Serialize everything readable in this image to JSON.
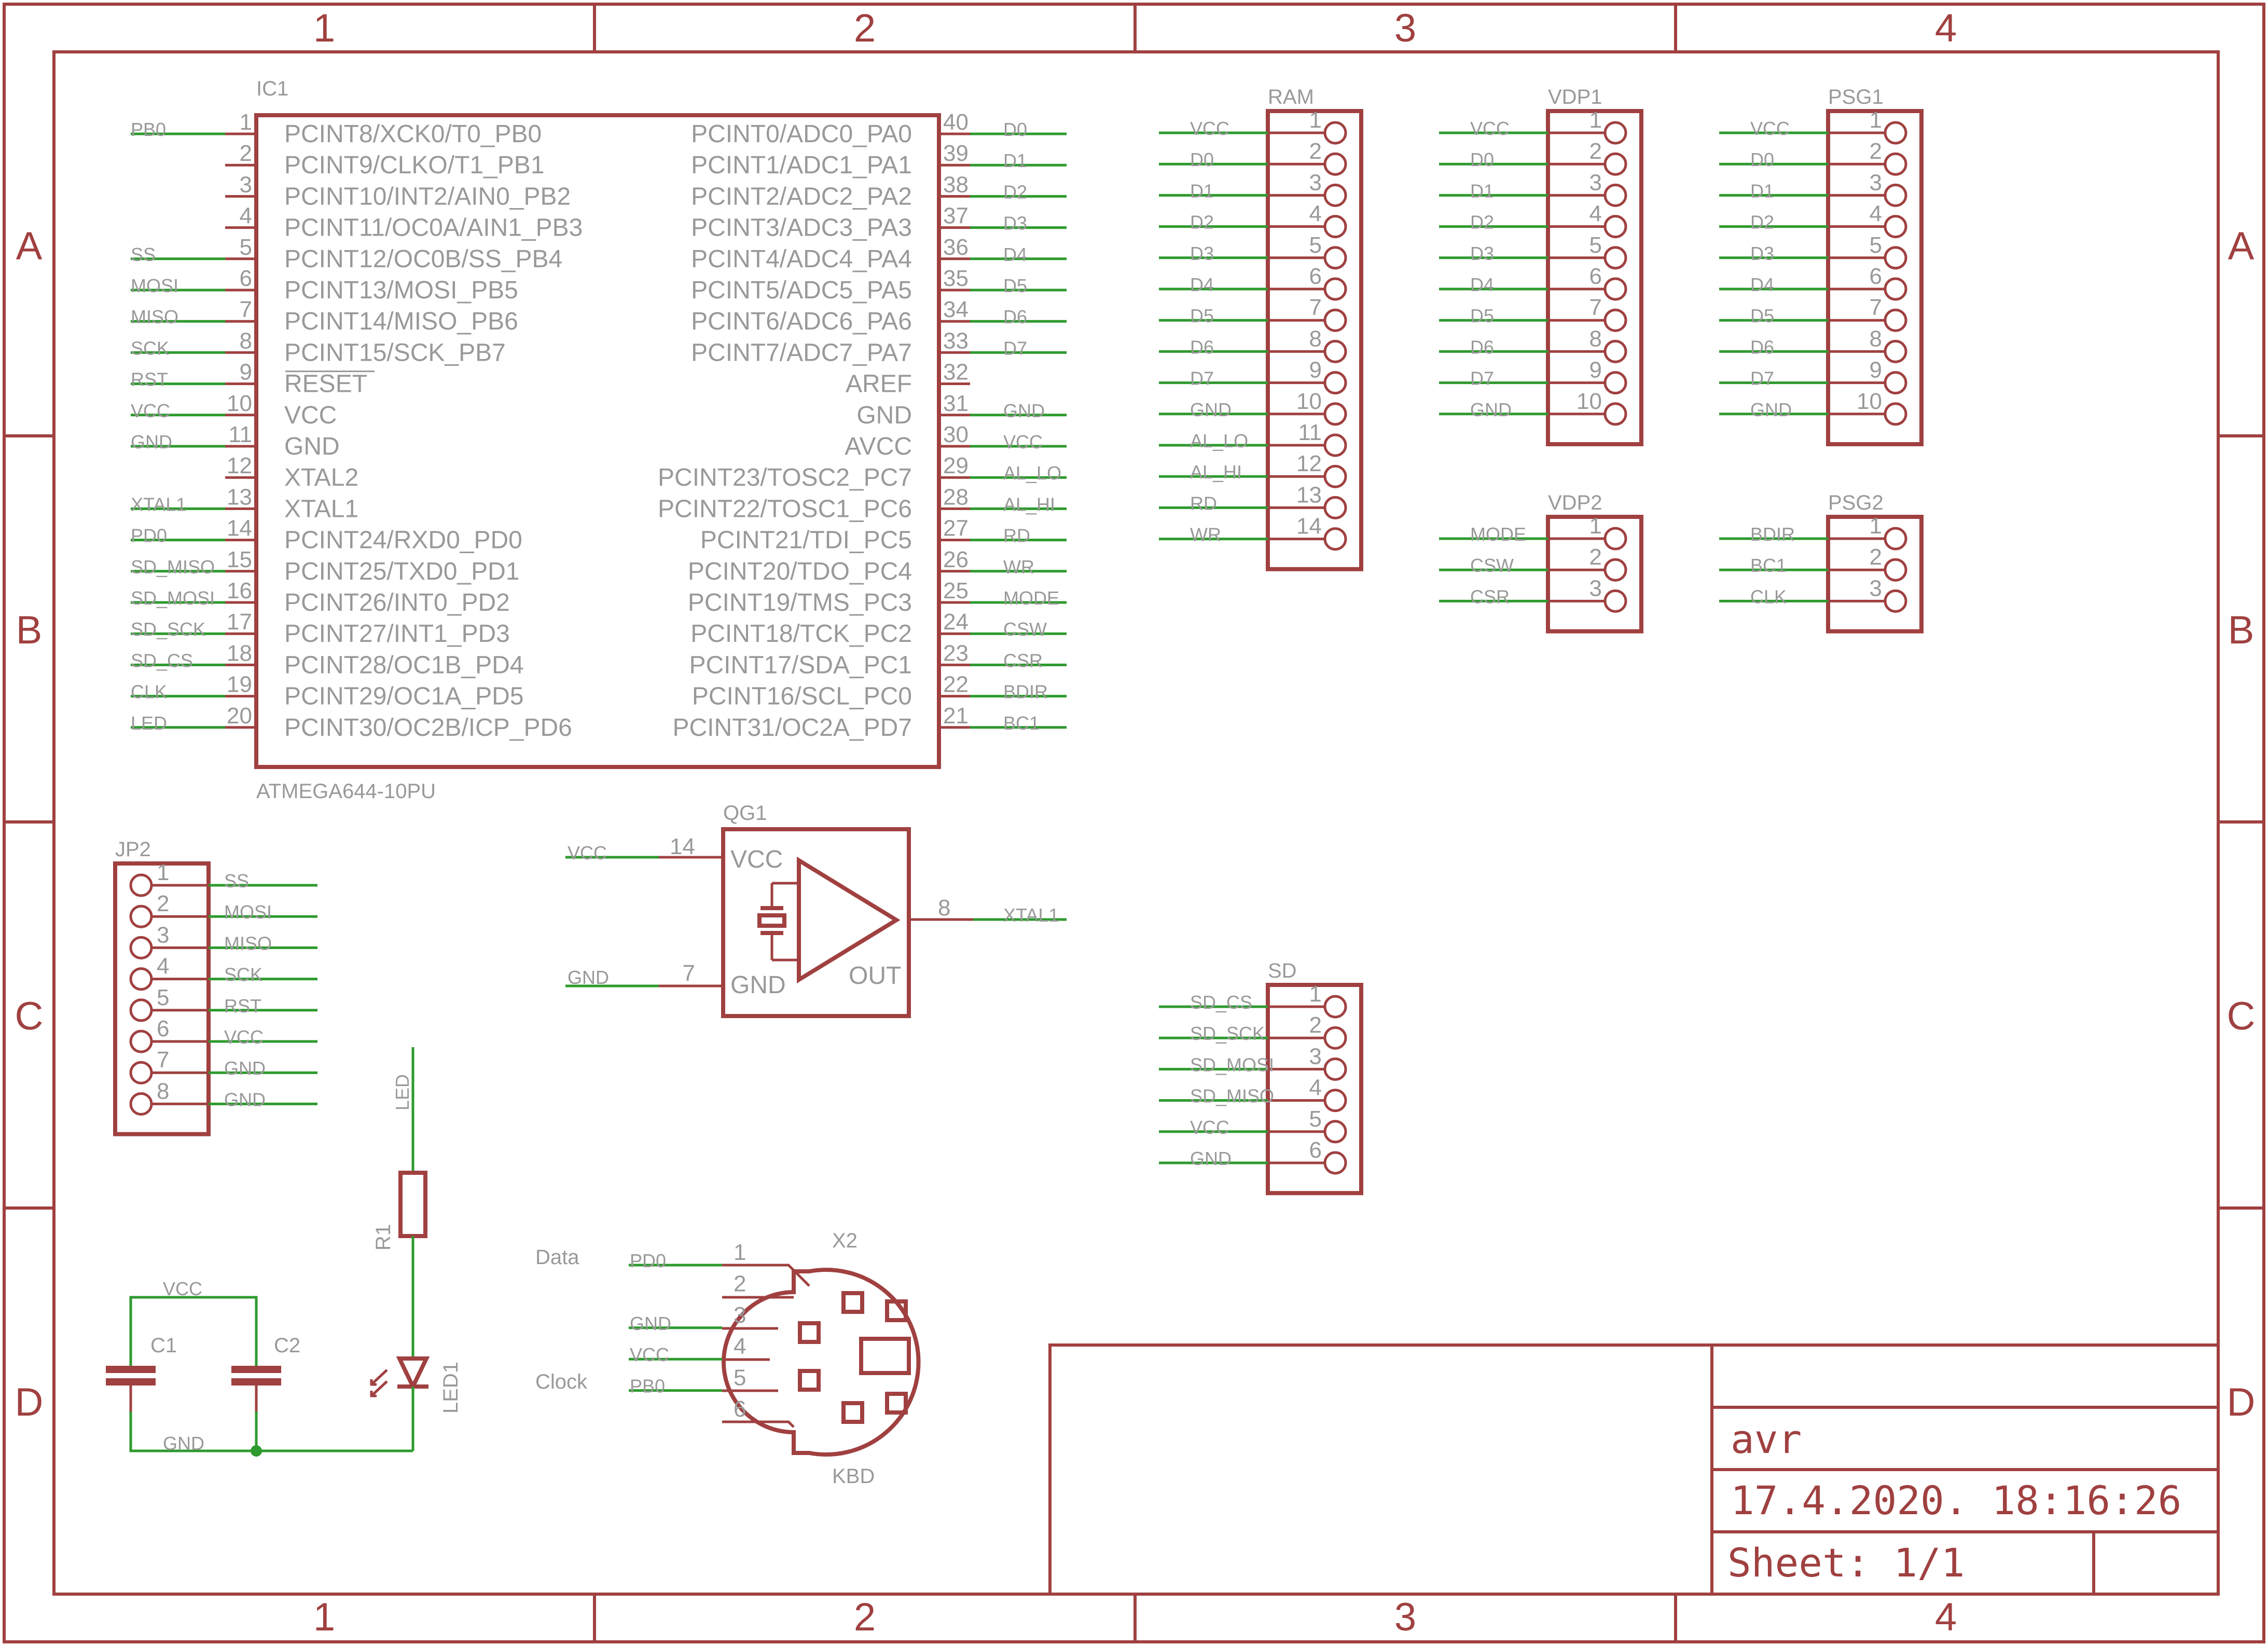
{
  "border": {
    "columns": [
      "1",
      "2",
      "3",
      "4"
    ],
    "rows": [
      "A",
      "B",
      "C",
      "D"
    ]
  },
  "title_block": {
    "name": "avr",
    "date": "17.4.2020. 18:16:26",
    "sheet": "Sheet: 1/1"
  },
  "ic1": {
    "ref": "IC1",
    "value": "ATMEGA644-10PU",
    "left_pins": [
      {
        "num": "1",
        "name": "PCINT8/XCK0/T0_PB0",
        "net": "PB0"
      },
      {
        "num": "2",
        "name": "PCINT9/CLKO/T1_PB1",
        "net": ""
      },
      {
        "num": "3",
        "name": "PCINT10/INT2/AIN0_PB2",
        "net": ""
      },
      {
        "num": "4",
        "name": "PCINT11/OC0A/AIN1_PB3",
        "net": ""
      },
      {
        "num": "5",
        "name": "PCINT12/OC0B/SS_PB4",
        "net": "SS"
      },
      {
        "num": "6",
        "name": "PCINT13/MOSI_PB5",
        "net": "MOSI"
      },
      {
        "num": "7",
        "name": "PCINT14/MISO_PB6",
        "net": "MISO"
      },
      {
        "num": "8",
        "name": "PCINT15/SCK_PB7",
        "net": "SCK"
      },
      {
        "num": "9",
        "name": "RESET",
        "net": "RST"
      },
      {
        "num": "10",
        "name": "VCC",
        "net": "VCC"
      },
      {
        "num": "11",
        "name": "GND",
        "net": "GND"
      },
      {
        "num": "12",
        "name": "XTAL2",
        "net": ""
      },
      {
        "num": "13",
        "name": "XTAL1",
        "net": "XTAL1"
      },
      {
        "num": "14",
        "name": "PCINT24/RXD0_PD0",
        "net": "PD0"
      },
      {
        "num": "15",
        "name": "PCINT25/TXD0_PD1",
        "net": "SD_MISO"
      },
      {
        "num": "16",
        "name": "PCINT26/INT0_PD2",
        "net": "SD_MOSI"
      },
      {
        "num": "17",
        "name": "PCINT27/INT1_PD3",
        "net": "SD_SCK"
      },
      {
        "num": "18",
        "name": "PCINT28/OC1B_PD4",
        "net": "SD_CS"
      },
      {
        "num": "19",
        "name": "PCINT29/OC1A_PD5",
        "net": "CLK"
      },
      {
        "num": "20",
        "name": "PCINT30/OC2B/ICP_PD6",
        "net": "LED"
      }
    ],
    "right_pins": [
      {
        "num": "40",
        "name": "PCINT0/ADC0_PA0",
        "net": "D0"
      },
      {
        "num": "39",
        "name": "PCINT1/ADC1_PA1",
        "net": "D1"
      },
      {
        "num": "38",
        "name": "PCINT2/ADC2_PA2",
        "net": "D2"
      },
      {
        "num": "37",
        "name": "PCINT3/ADC3_PA3",
        "net": "D3"
      },
      {
        "num": "36",
        "name": "PCINT4/ADC4_PA4",
        "net": "D4"
      },
      {
        "num": "35",
        "name": "PCINT5/ADC5_PA5",
        "net": "D5"
      },
      {
        "num": "34",
        "name": "PCINT6/ADC6_PA6",
        "net": "D6"
      },
      {
        "num": "33",
        "name": "PCINT7/ADC7_PA7",
        "net": "D7"
      },
      {
        "num": "32",
        "name": "AREF",
        "net": ""
      },
      {
        "num": "31",
        "name": "GND",
        "net": "GND"
      },
      {
        "num": "30",
        "name": "AVCC",
        "net": "VCC"
      },
      {
        "num": "29",
        "name": "PCINT23/TOSC2_PC7",
        "net": "AL_LO"
      },
      {
        "num": "28",
        "name": "PCINT22/TOSC1_PC6",
        "net": "AL_HI"
      },
      {
        "num": "27",
        "name": "PCINT21/TDI_PC5",
        "net": "RD"
      },
      {
        "num": "26",
        "name": "PCINT20/TDO_PC4",
        "net": "WR"
      },
      {
        "num": "25",
        "name": "PCINT19/TMS_PC3",
        "net": "MODE"
      },
      {
        "num": "24",
        "name": "PCINT18/TCK_PC2",
        "net": "CSW"
      },
      {
        "num": "23",
        "name": "PCINT17/SDA_PC1",
        "net": "CSR"
      },
      {
        "num": "22",
        "name": "PCINT16/SCL_PC0",
        "net": "BDIR"
      },
      {
        "num": "21",
        "name": "PCINT31/OC2A_PD7",
        "net": "BC1"
      }
    ]
  },
  "headers": [
    {
      "ref": "RAM",
      "nets": [
        "VCC",
        "D0",
        "D1",
        "D2",
        "D3",
        "D4",
        "D5",
        "D6",
        "D7",
        "GND",
        "AL_LO",
        "AL_HI",
        "RD",
        "WR"
      ]
    },
    {
      "ref": "VDP1",
      "nets": [
        "VCC",
        "D0",
        "D1",
        "D2",
        "D3",
        "D4",
        "D5",
        "D6",
        "D7",
        "GND"
      ]
    },
    {
      "ref": "PSG1",
      "nets": [
        "VCC",
        "D0",
        "D1",
        "D2",
        "D3",
        "D4",
        "D5",
        "D6",
        "D7",
        "GND"
      ]
    },
    {
      "ref": "VDP2",
      "nets": [
        "MODE",
        "CSW",
        "CSR"
      ]
    },
    {
      "ref": "PSG2",
      "nets": [
        "BDIR",
        "BC1",
        "CLK"
      ]
    },
    {
      "ref": "SD",
      "nets": [
        "SD_CS",
        "SD_SCK",
        "SD_MOSI",
        "SD_MISO",
        "VCC",
        "GND"
      ]
    },
    {
      "ref": "JP2",
      "nets": [
        "SS",
        "MOSI",
        "MISO",
        "SCK",
        "RST",
        "VCC",
        "GND",
        "GND"
      ]
    }
  ],
  "qg1": {
    "ref": "QG1",
    "pin_vcc": "VCC",
    "pin_gnd": "GND",
    "pin_out": "OUT",
    "num_vcc": "14",
    "num_gnd": "7",
    "num_out": "8",
    "net_vcc": "VCC",
    "net_gnd": "GND",
    "net_out": "XTAL1"
  },
  "passives": {
    "r1": "R1",
    "led1": "LED1",
    "led_net": "LED",
    "c1": "C1",
    "c2": "C2",
    "vcc": "VCC",
    "gnd": "GND"
  },
  "x2": {
    "ref": "X2",
    "value": "KBD",
    "label_data": "Data",
    "label_clock": "Clock",
    "pins": [
      {
        "num": "1",
        "net": "PD0"
      },
      {
        "num": "2",
        "net": ""
      },
      {
        "num": "3",
        "net": "GND"
      },
      {
        "num": "4",
        "net": "VCC"
      },
      {
        "num": "5",
        "net": "PB0"
      },
      {
        "num": "6",
        "net": ""
      }
    ]
  }
}
